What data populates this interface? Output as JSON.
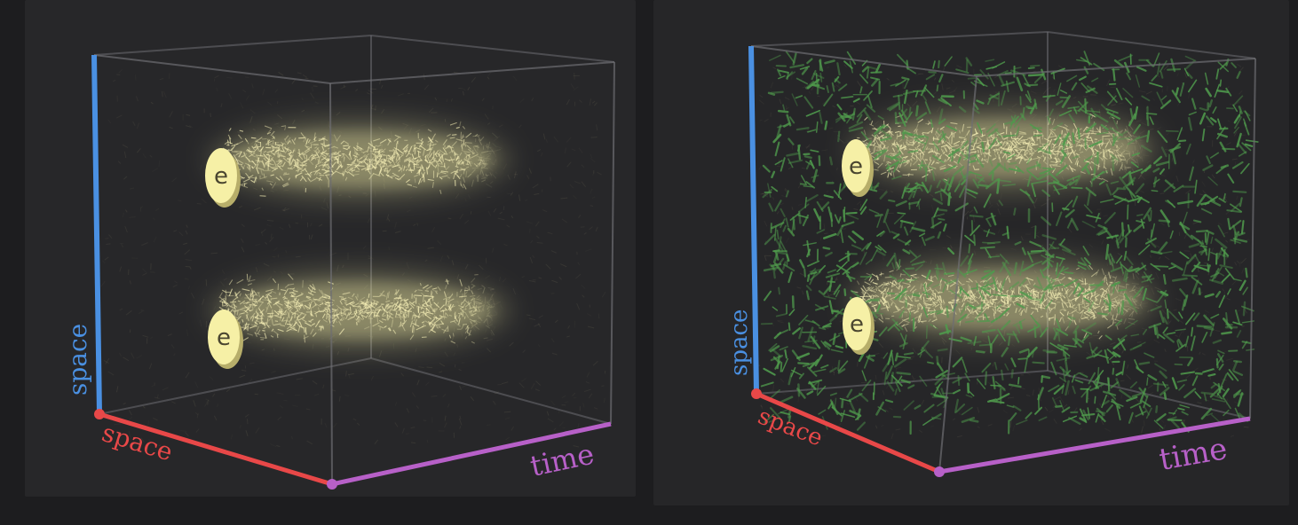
{
  "panels": [
    {
      "id": "left",
      "labels": {
        "vertical_axis": "space",
        "depth_axis": "space",
        "horizontal_axis": "time"
      },
      "particles": [
        {
          "label": "e"
        },
        {
          "label": "e"
        }
      ],
      "field_lines": false
    },
    {
      "id": "right",
      "labels": {
        "vertical_axis": "space",
        "depth_axis": "space",
        "horizontal_axis": "time"
      },
      "particles": [
        {
          "label": "e"
        },
        {
          "label": "e"
        }
      ],
      "field_lines": true
    }
  ],
  "colors": {
    "background": "#1d1d1f",
    "panel_left": "#272729",
    "panel_right": "#262628",
    "axis_space_vertical": "#4a90e2",
    "axis_space_depth": "#e84848",
    "axis_time": "#b760c8",
    "box_edges": "#6e6e72",
    "electron_glow": "#f2eba4",
    "electron_disc": "#f6f0a6",
    "field_lines": "#4f9a4c"
  }
}
